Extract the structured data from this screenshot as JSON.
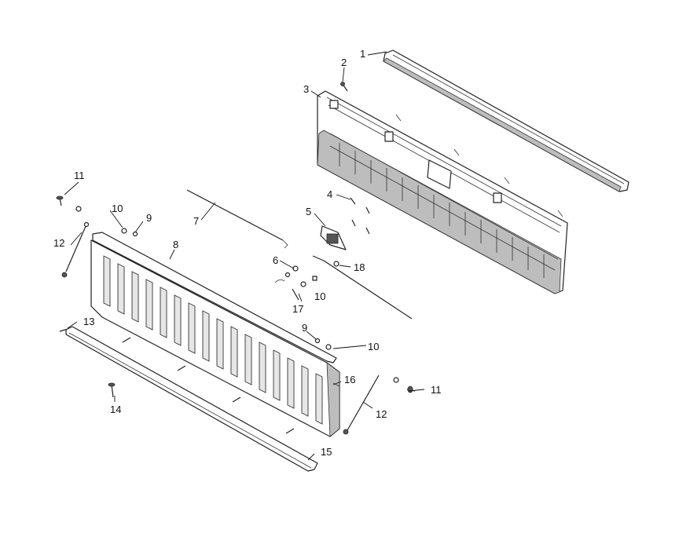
{
  "diagram": {
    "callouts": [
      {
        "id": "c1",
        "label": "1"
      },
      {
        "id": "c2",
        "label": "2"
      },
      {
        "id": "c3",
        "label": "3"
      },
      {
        "id": "c4",
        "label": "4"
      },
      {
        "id": "c5",
        "label": "5"
      },
      {
        "id": "c6",
        "label": "6"
      },
      {
        "id": "c7",
        "label": "7"
      },
      {
        "id": "c8",
        "label": "8"
      },
      {
        "id": "c9a",
        "label": "9"
      },
      {
        "id": "c9b",
        "label": "9"
      },
      {
        "id": "c10a",
        "label": "10"
      },
      {
        "id": "c10b",
        "label": "10"
      },
      {
        "id": "c10c",
        "label": "10"
      },
      {
        "id": "c11a",
        "label": "11"
      },
      {
        "id": "c11b",
        "label": "11"
      },
      {
        "id": "c12a",
        "label": "12"
      },
      {
        "id": "c12b",
        "label": "12"
      },
      {
        "id": "c13",
        "label": "13"
      },
      {
        "id": "c14",
        "label": "14"
      },
      {
        "id": "c15",
        "label": "15"
      },
      {
        "id": "c16",
        "label": "16"
      },
      {
        "id": "c17",
        "label": "17"
      },
      {
        "id": "c18",
        "label": "18"
      }
    ]
  }
}
